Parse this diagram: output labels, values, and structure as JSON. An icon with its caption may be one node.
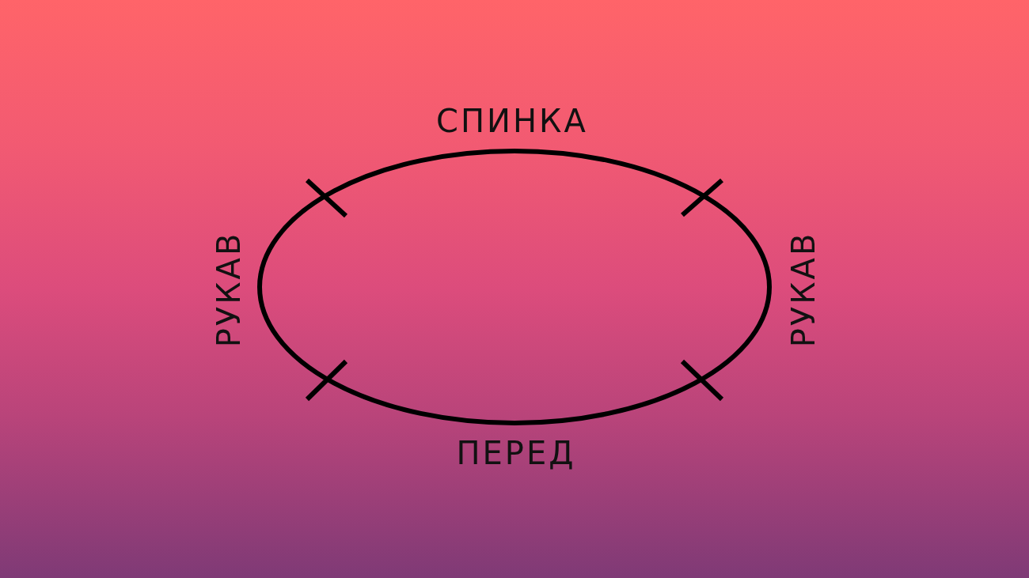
{
  "diagram": {
    "labels": [
      "СПИНКА",
      "РУКАВ",
      "РУКАВ",
      "ПЕРЕД"
    ]
  }
}
